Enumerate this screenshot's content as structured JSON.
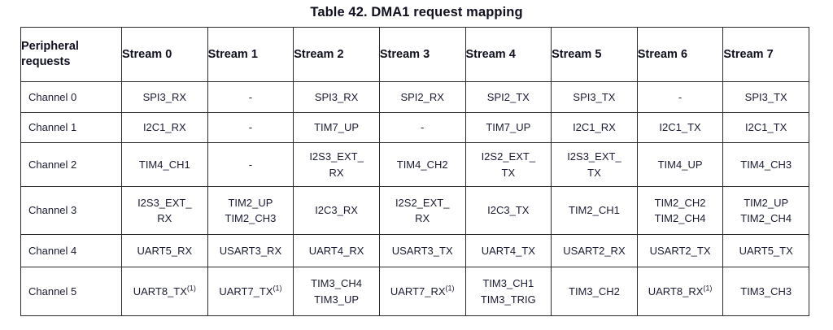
{
  "title": "Table 42. DMA1 request mapping",
  "table": {
    "columns": [
      "Peripheral requests",
      "Stream 0",
      "Stream 1",
      "Stream 2",
      "Stream 3",
      "Stream 4",
      "Stream 5",
      "Stream 6",
      "Stream 7"
    ],
    "header_first_line": "Peripheral",
    "header_second_line": "requests",
    "rows": [
      {
        "label": "Channel 0",
        "cells": [
          {
            "lines": [
              "SPI3_RX"
            ]
          },
          {
            "lines": [
              "-"
            ]
          },
          {
            "lines": [
              "SPI3_RX"
            ]
          },
          {
            "lines": [
              "SPI2_RX"
            ]
          },
          {
            "lines": [
              "SPI2_TX"
            ]
          },
          {
            "lines": [
              "SPI3_TX"
            ]
          },
          {
            "lines": [
              "-"
            ]
          },
          {
            "lines": [
              "SPI3_TX"
            ]
          }
        ]
      },
      {
        "label": "Channel 1",
        "cells": [
          {
            "lines": [
              "I2C1_RX"
            ]
          },
          {
            "lines": [
              "-"
            ]
          },
          {
            "lines": [
              "TIM7_UP"
            ]
          },
          {
            "lines": [
              "-"
            ]
          },
          {
            "lines": [
              "TIM7_UP"
            ]
          },
          {
            "lines": [
              "I2C1_RX"
            ]
          },
          {
            "lines": [
              "I2C1_TX"
            ]
          },
          {
            "lines": [
              "I2C1_TX"
            ]
          }
        ]
      },
      {
        "label": "Channel 2",
        "cells": [
          {
            "lines": [
              "TIM4_CH1"
            ]
          },
          {
            "lines": [
              "-"
            ]
          },
          {
            "lines": [
              "I2S3_EXT_",
              "RX"
            ]
          },
          {
            "lines": [
              "TIM4_CH2"
            ]
          },
          {
            "lines": [
              "I2S2_EXT_",
              "TX"
            ]
          },
          {
            "lines": [
              "I2S3_EXT_",
              "TX"
            ]
          },
          {
            "lines": [
              "TIM4_UP"
            ]
          },
          {
            "lines": [
              "TIM4_CH3"
            ]
          }
        ]
      },
      {
        "label": "Channel 3",
        "cells": [
          {
            "lines": [
              "I2S3_EXT_",
              "RX"
            ]
          },
          {
            "lines": [
              "TIM2_UP",
              "TIM2_CH3"
            ]
          },
          {
            "lines": [
              "I2C3_RX"
            ]
          },
          {
            "lines": [
              "I2S2_EXT_",
              "RX"
            ]
          },
          {
            "lines": [
              "I2C3_TX"
            ]
          },
          {
            "lines": [
              "TIM2_CH1"
            ]
          },
          {
            "lines": [
              "TIM2_CH2",
              "TIM2_CH4"
            ]
          },
          {
            "lines": [
              "TIM2_UP",
              "TIM2_CH4"
            ]
          }
        ]
      },
      {
        "label": "Channel 4",
        "cells": [
          {
            "lines": [
              "UART5_RX"
            ]
          },
          {
            "lines": [
              "USART3_RX"
            ]
          },
          {
            "lines": [
              "UART4_RX"
            ]
          },
          {
            "lines": [
              "USART3_TX"
            ]
          },
          {
            "lines": [
              "UART4_TX"
            ]
          },
          {
            "lines": [
              "USART2_RX"
            ]
          },
          {
            "lines": [
              "USART2_TX"
            ]
          },
          {
            "lines": [
              "UART5_TX"
            ]
          }
        ]
      },
      {
        "label": "Channel 5",
        "cells": [
          {
            "lines": [
              "UART8_TX"
            ],
            "footnote": "(1)"
          },
          {
            "lines": [
              "UART7_TX"
            ],
            "footnote": "(1)"
          },
          {
            "lines": [
              "TIM3_CH4",
              "TIM3_UP"
            ]
          },
          {
            "lines": [
              "UART7_RX"
            ],
            "footnote": "(1)"
          },
          {
            "lines": [
              "TIM3_CH1",
              "TIM3_TRIG"
            ]
          },
          {
            "lines": [
              "TIM3_CH2"
            ]
          },
          {
            "lines": [
              "UART8_RX"
            ],
            "footnote": "(1)"
          },
          {
            "lines": [
              "TIM3_CH3"
            ]
          }
        ]
      }
    ]
  },
  "colors": {
    "border": "#2b2b2b",
    "header_rule": "#000000",
    "text": "#1b1b33",
    "background": "#ffffff"
  }
}
